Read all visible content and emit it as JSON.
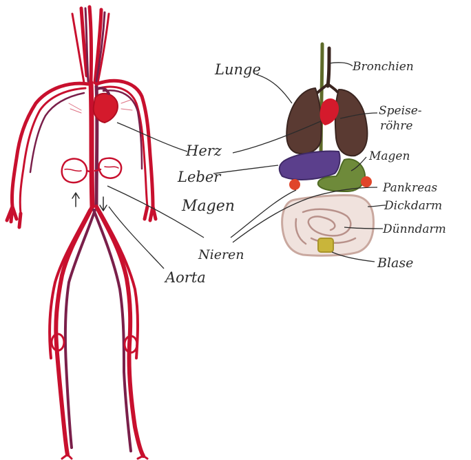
{
  "labels": {
    "lunge": "Lunge",
    "bronchien": "Bronchien",
    "speiseroehre_1": "Speise-",
    "speiseroehre_2": "röhre",
    "herz": "Herz",
    "leber": "Leber",
    "magen_left": "Magen",
    "magen_right": "Magen",
    "pankreas": "Pankreas",
    "dickdarm": "Dickdarm",
    "duenndarm": "Dünndarm",
    "nieren": "Nieren",
    "blase": "Blase",
    "aorta": "Aorta"
  },
  "colors": {
    "artery": "#c8102e",
    "vein": "#7a1f4a",
    "heart": "#d41a2c",
    "lung": "#5a3a32",
    "liver": "#5b3f8c",
    "stomach": "#6e8a3a",
    "pancreas": "#e0452a",
    "intestine": "#c9a89f",
    "bladder": "#c9b53a",
    "esophagus": "#5e6b2a",
    "ink": "#2b2b2b"
  }
}
